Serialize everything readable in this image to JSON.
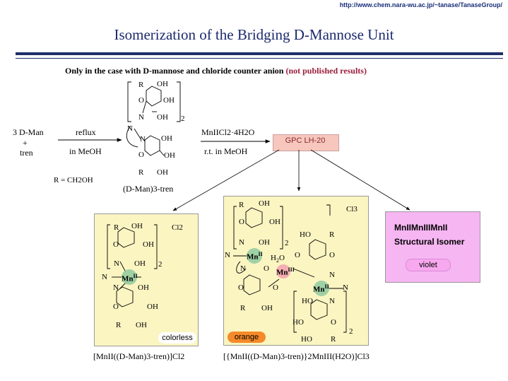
{
  "header": {
    "url": "http://www.chem.nara-wu.ac.jp/~tanase/TanaseGroup/",
    "title": "Isomerization of the Bridging D-Mannose Unit"
  },
  "note": {
    "text": "Only in the case with D-mannose and chloride counter anion",
    "highlight": "(not published results)"
  },
  "reaction": {
    "reactant_line1": "3 D-Man",
    "reactant_plus": "+",
    "reactant_line2": "tren",
    "step1_above": "reflux",
    "step1_below": "in MeOH",
    "r_definition": "R = CH2OH",
    "intermediate_label": "(D-Man)3-tren",
    "step2_reagent": "MnIICl2·4H2O",
    "step2_below": "r.t. in MeOH",
    "column": "GPC LH-20"
  },
  "products": {
    "left": {
      "counter": "Cl2",
      "color_tag": "colorless",
      "formula": "[MnII((D-Man)3-tren)]Cl2"
    },
    "center": {
      "counter": "Cl3",
      "color_tag": "orange",
      "formula": "[{MnII((D-Man)3-tren)}2MnIII(H2O)]Cl3"
    },
    "right": {
      "line1": "MnIIMnIIIMnII",
      "line2": "Structural Isomer",
      "color_tag": "violet"
    }
  },
  "colors": {
    "title": "#1b2a6e",
    "rule": "#1f2f6a",
    "highlight": "#9b1c3a",
    "box_yellow": "#fbf5c2",
    "box_pink": "#f6b6f2",
    "column_fill": "#f7c7bd",
    "orange_tag": "#f58a2a",
    "violet_tag": "#f7a8ee",
    "mn_ii": "#8fcaa0",
    "mn_iii": "#f3a6b0"
  }
}
